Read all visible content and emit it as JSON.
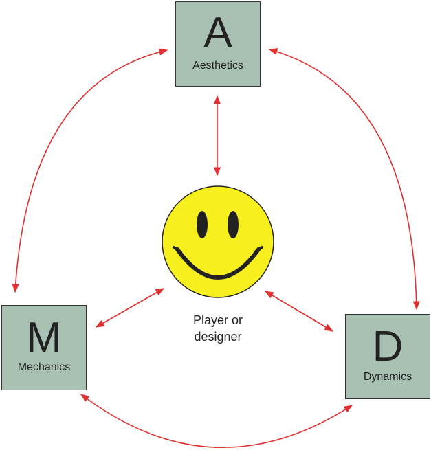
{
  "nodes": {
    "aesthetics": {
      "letter": "A",
      "label": "Aesthetics"
    },
    "mechanics": {
      "letter": "M",
      "label": "Mechanics"
    },
    "dynamics": {
      "letter": "D",
      "label": "Dynamics"
    }
  },
  "center": {
    "icon": "smiley-face-icon",
    "label_line1": "Player or",
    "label_line2": "designer"
  },
  "colors": {
    "box_fill": "#a9c1b3",
    "arrow": "#e03030",
    "smiley_fill": "#f7ef1e",
    "outline": "#222222"
  }
}
